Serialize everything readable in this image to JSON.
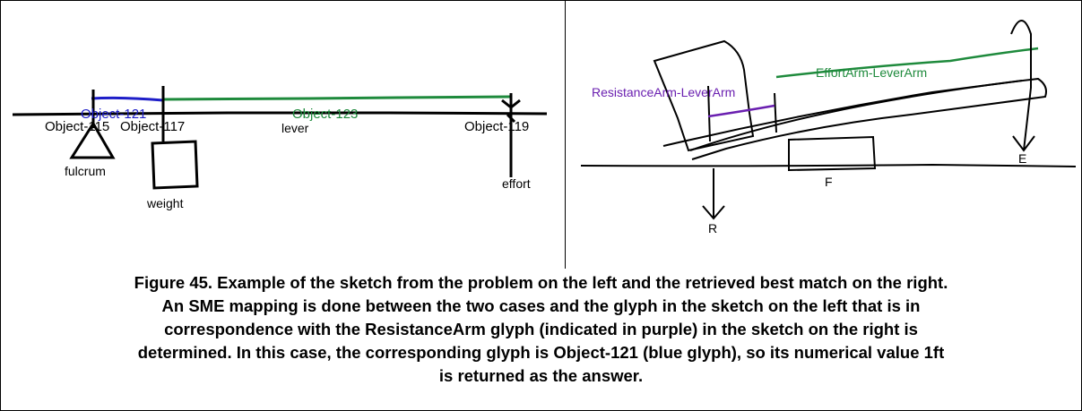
{
  "left_sketch": {
    "labels": {
      "object_121": "Object-121",
      "object_123": "Object-123",
      "object_115": "Object-115",
      "object_117": "Object-117",
      "object_119": "Object-119",
      "lever": "lever",
      "fulcrum": "fulcrum",
      "weight": "weight",
      "effort": "effort"
    },
    "colors": {
      "blue_glyph": "#1e1ec8",
      "green_glyph": "#1e8a3c",
      "ink": "#000000"
    }
  },
  "right_sketch": {
    "labels": {
      "resistance_arm": "ResistanceArm-LeverArm",
      "effort_arm": "EffortArm-LeverArm",
      "r": "R",
      "e": "E",
      "f": "F"
    },
    "colors": {
      "purple_glyph": "#6a1fb0",
      "green_glyph": "#1e8a3c",
      "ink": "#000000"
    }
  },
  "caption": {
    "line1": "Figure 45. Example of the sketch from the problem on the left and the retrieved best match on the right.",
    "line2": "An SME mapping is done between the two cases and the glyph in the sketch on the left that is in",
    "line3": "correspondence with the ResistanceArm glyph (indicated in purple) in the sketch on the right is",
    "line4": "determined.  In this case, the corresponding glyph is Object-121 (blue glyph), so its numerical value 1ft",
    "line5": "is returned as the answer."
  }
}
